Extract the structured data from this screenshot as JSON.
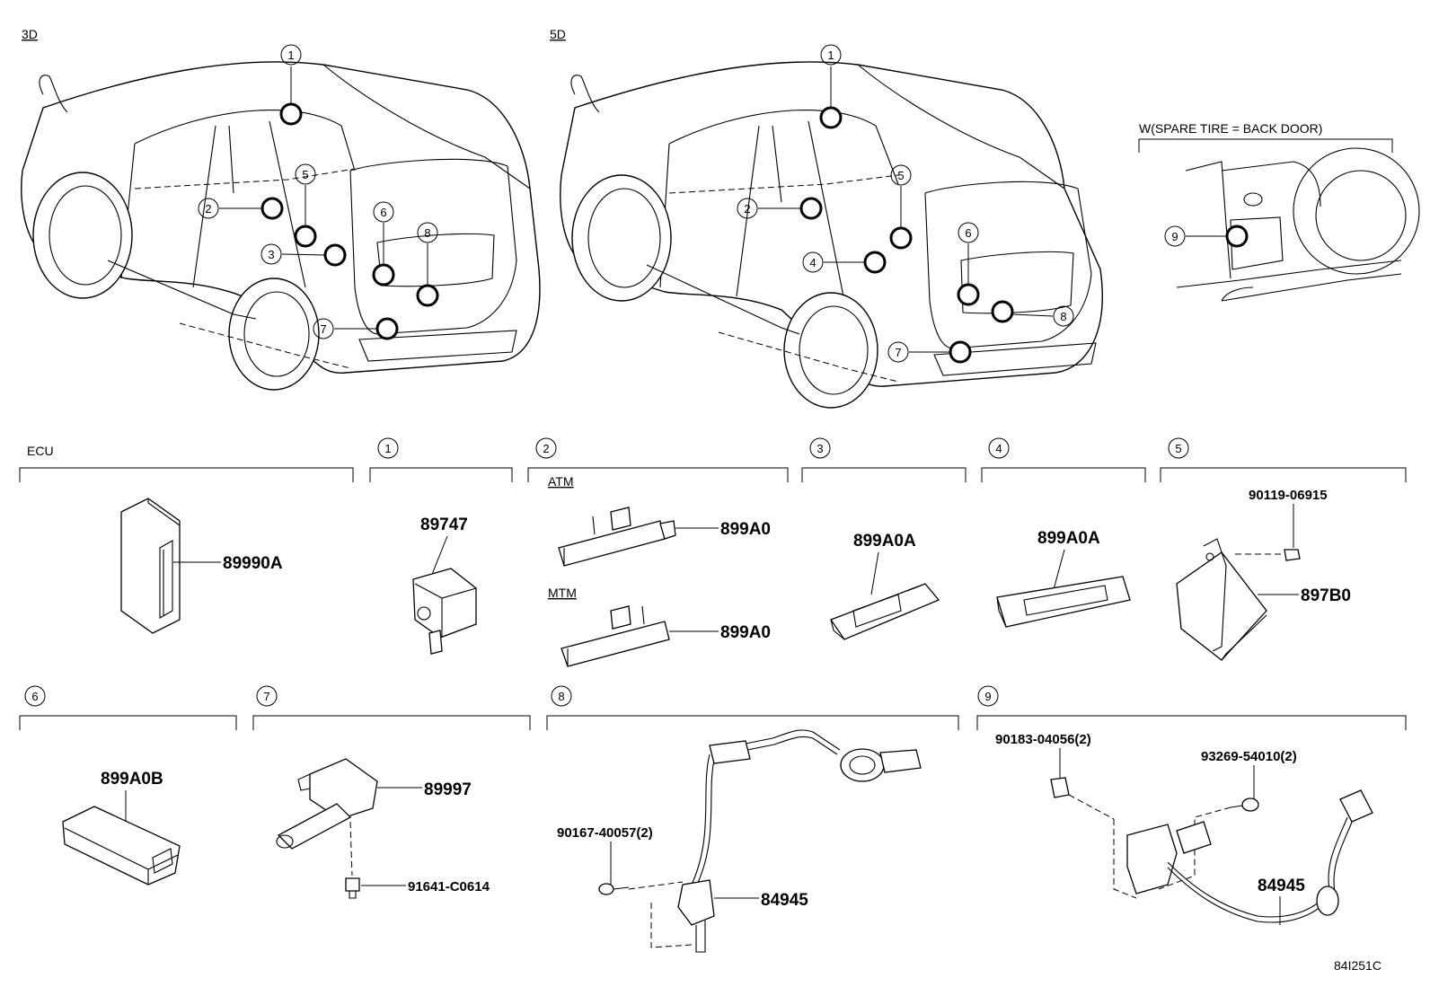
{
  "views": {
    "left_label": "3D",
    "right_label": "5D",
    "spare_tire_label": "W(SPARE TIRE = BACK DOOR)"
  },
  "callout_numbers": [
    "1",
    "2",
    "3",
    "4",
    "5",
    "6",
    "7",
    "8",
    "9"
  ],
  "sections": {
    "ecu": {
      "title": "ECU",
      "part": "89990A"
    },
    "s1": {
      "num": "1",
      "part": "89747"
    },
    "s2": {
      "num": "2",
      "atm": "ATM",
      "mtm": "MTM",
      "part_atm": "899A0",
      "part_mtm": "899A0"
    },
    "s3": {
      "num": "3",
      "part": "899A0A"
    },
    "s4": {
      "num": "4",
      "part": "899A0A"
    },
    "s5": {
      "num": "5",
      "bolt": "90119-06915",
      "part": "897B0"
    },
    "s6": {
      "num": "6",
      "part": "899A0B"
    },
    "s7": {
      "num": "7",
      "part": "89997",
      "bolt": "91641-C0614"
    },
    "s8": {
      "num": "8",
      "clip": "90167-40057(2)",
      "part": "84945"
    },
    "s9": {
      "num": "9",
      "nut": "90183-04056(2)",
      "screw": "93269-54010(2)",
      "part": "84945"
    }
  },
  "figure_code": "84I251C"
}
